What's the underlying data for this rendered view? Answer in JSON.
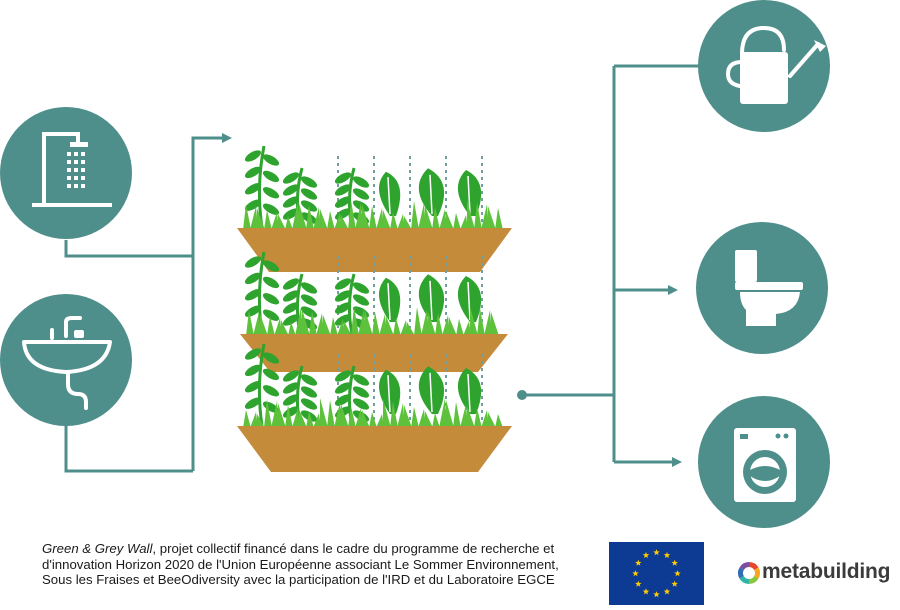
{
  "colors": {
    "teal": "#4e8f8b",
    "planter": "#c48b3a",
    "leaf": "#2ea32e",
    "leaf_light": "#5dc13b",
    "eu_blue": "#0d3b94",
    "eu_star": "#ffcc00"
  },
  "sources": [
    {
      "icon": "shower-icon"
    },
    {
      "icon": "sink-icon"
    }
  ],
  "outputs": [
    {
      "icon": "watering-can-icon"
    },
    {
      "icon": "toilet-icon"
    },
    {
      "icon": "washing-machine-icon"
    }
  ],
  "caption": {
    "title_italic": "Green & Grey Wall",
    "text": ", projet collectif financé dans le cadre du programme de recherche et d'innovation Horizon 2020 de l'Union Européenne associant Le Sommer Environnement, Sous les Fraises et BeeOdiversity avec la participation de l'IRD et du Laboratoire EGCE"
  },
  "logos": {
    "eu_flag": "eu-flag-icon",
    "metabuilding": "metabuilding"
  }
}
